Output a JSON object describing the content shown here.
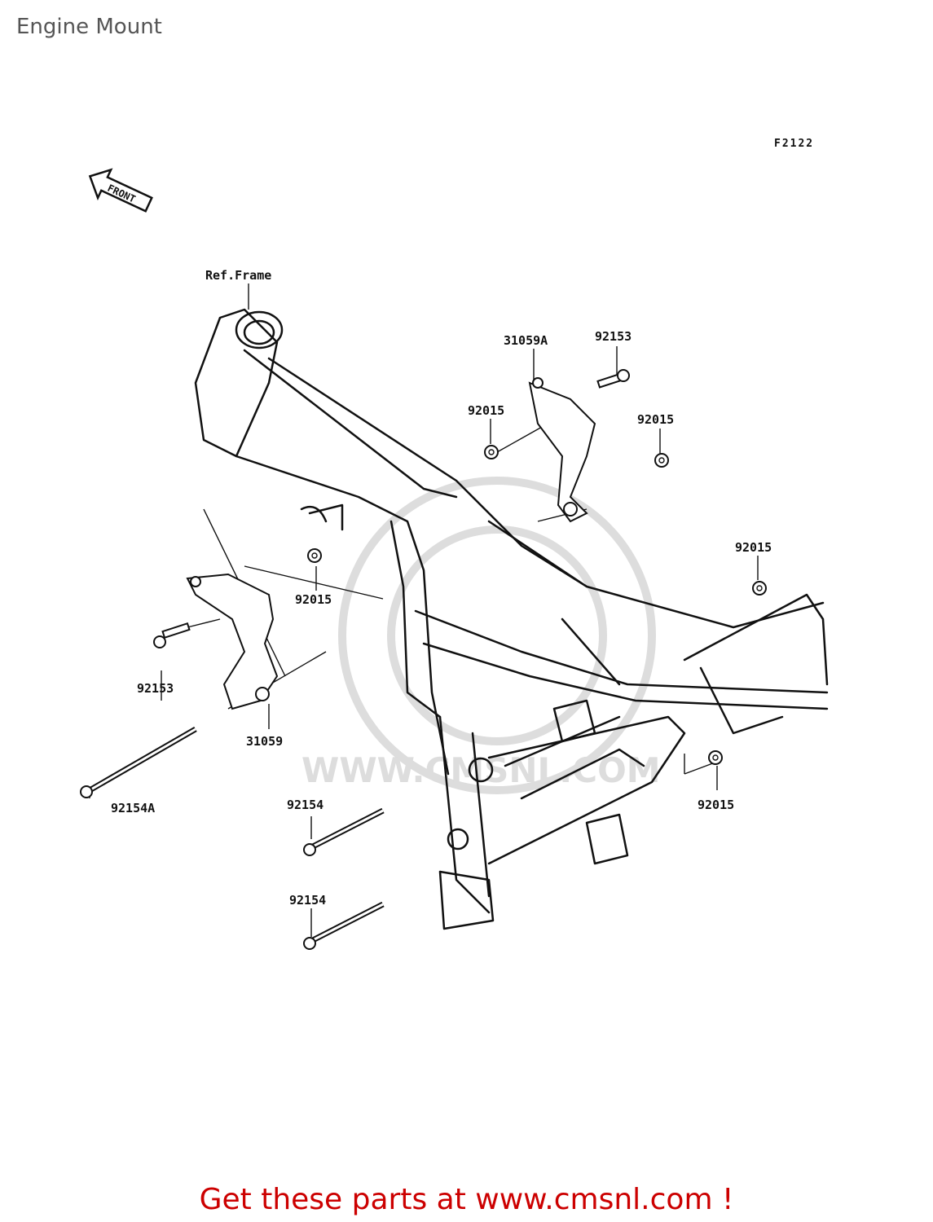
{
  "header": {
    "title": "Engine Mount"
  },
  "diagram": {
    "code": "F2122",
    "front_badge": "FRONT",
    "watermark": "WWW.CMSNL.COM",
    "labels": {
      "ref_frame": "Ref.Frame",
      "p31059A": "31059A",
      "p92153_top": "92153",
      "p92015_a": "92015",
      "p92015_b": "92015",
      "p92015_c": "92015",
      "p92015_d": "92015",
      "p92015_e": "92015",
      "p92153_left": "92153",
      "p31059": "31059",
      "p92154A": "92154A",
      "p92154_a": "92154",
      "p92154_b": "92154"
    }
  },
  "footer": {
    "promo": "Get these parts at www.cmsnl.com !",
    "color": "#cc0000"
  }
}
